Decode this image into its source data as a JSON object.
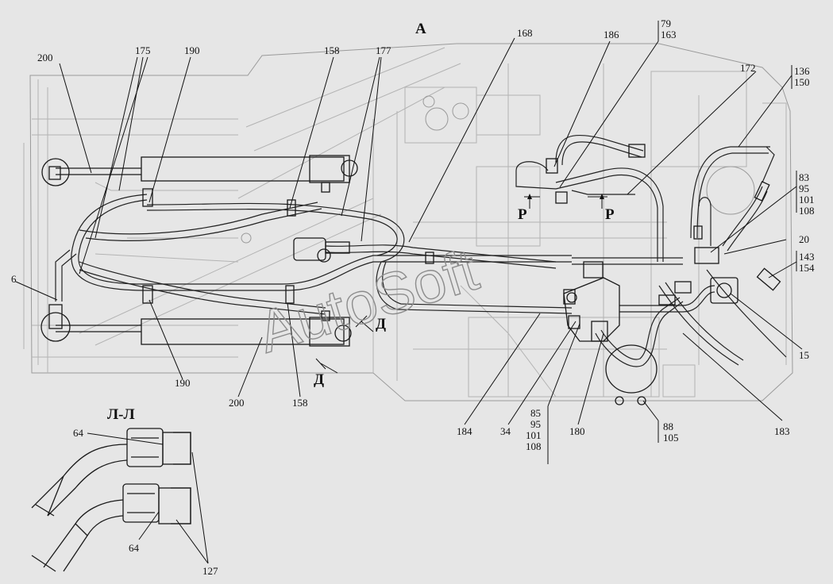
{
  "view_label": "А",
  "section_label": "Л-Л",
  "watermark": "AutoSoft",
  "callouts": {
    "c200a": "200",
    "c175": "175",
    "c190a": "190",
    "c158a": "158",
    "c177": "177",
    "c168": "168",
    "c186": "186",
    "c79": "79",
    "c163": "163",
    "c172": "172",
    "c136": "136",
    "c150": "150",
    "c83": "83",
    "c95a": "95",
    "c101a": "101",
    "c108a": "108",
    "c20": "20",
    "c143": "143",
    "c154": "154",
    "c15": "15",
    "c6": "6",
    "c190b": "190",
    "c200b": "200",
    "c158b": "158",
    "c184": "184",
    "c34": "34",
    "c85": "85",
    "c95b": "95",
    "c101b": "101",
    "c108b": "108",
    "c180": "180",
    "c88": "88",
    "c105": "105",
    "c183": "183",
    "c64a": "64",
    "c64b": "64",
    "c127": "127"
  },
  "section_marks": {
    "p_left": "Р",
    "p_right": "Р",
    "d_upper": "Д",
    "d_lower": "Д"
  }
}
